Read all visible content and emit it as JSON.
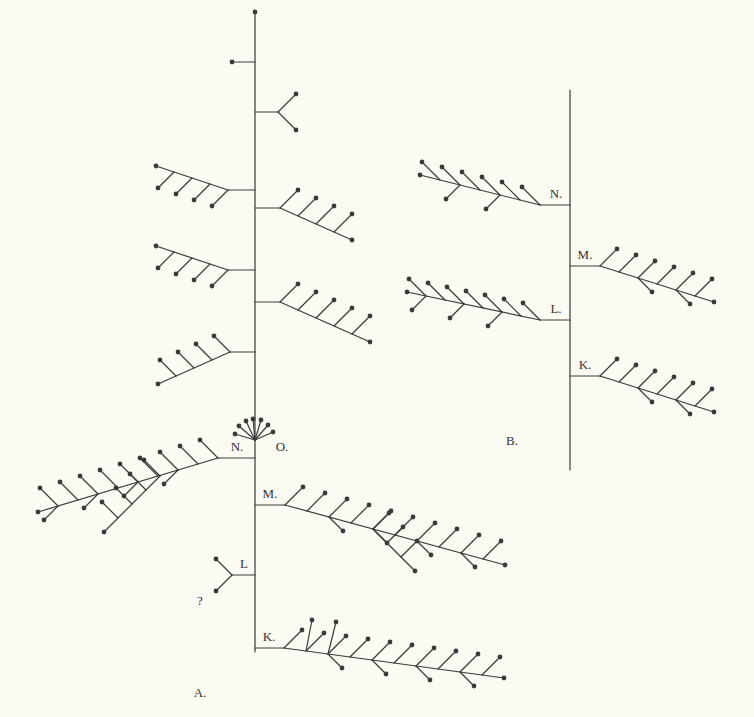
{
  "diagram": {
    "labels": [
      "N.",
      "M.",
      "L",
      "?",
      "K.",
      "O.",
      "A.",
      "N.",
      "M.",
      "L.",
      "K.",
      "B."
    ]
  }
}
